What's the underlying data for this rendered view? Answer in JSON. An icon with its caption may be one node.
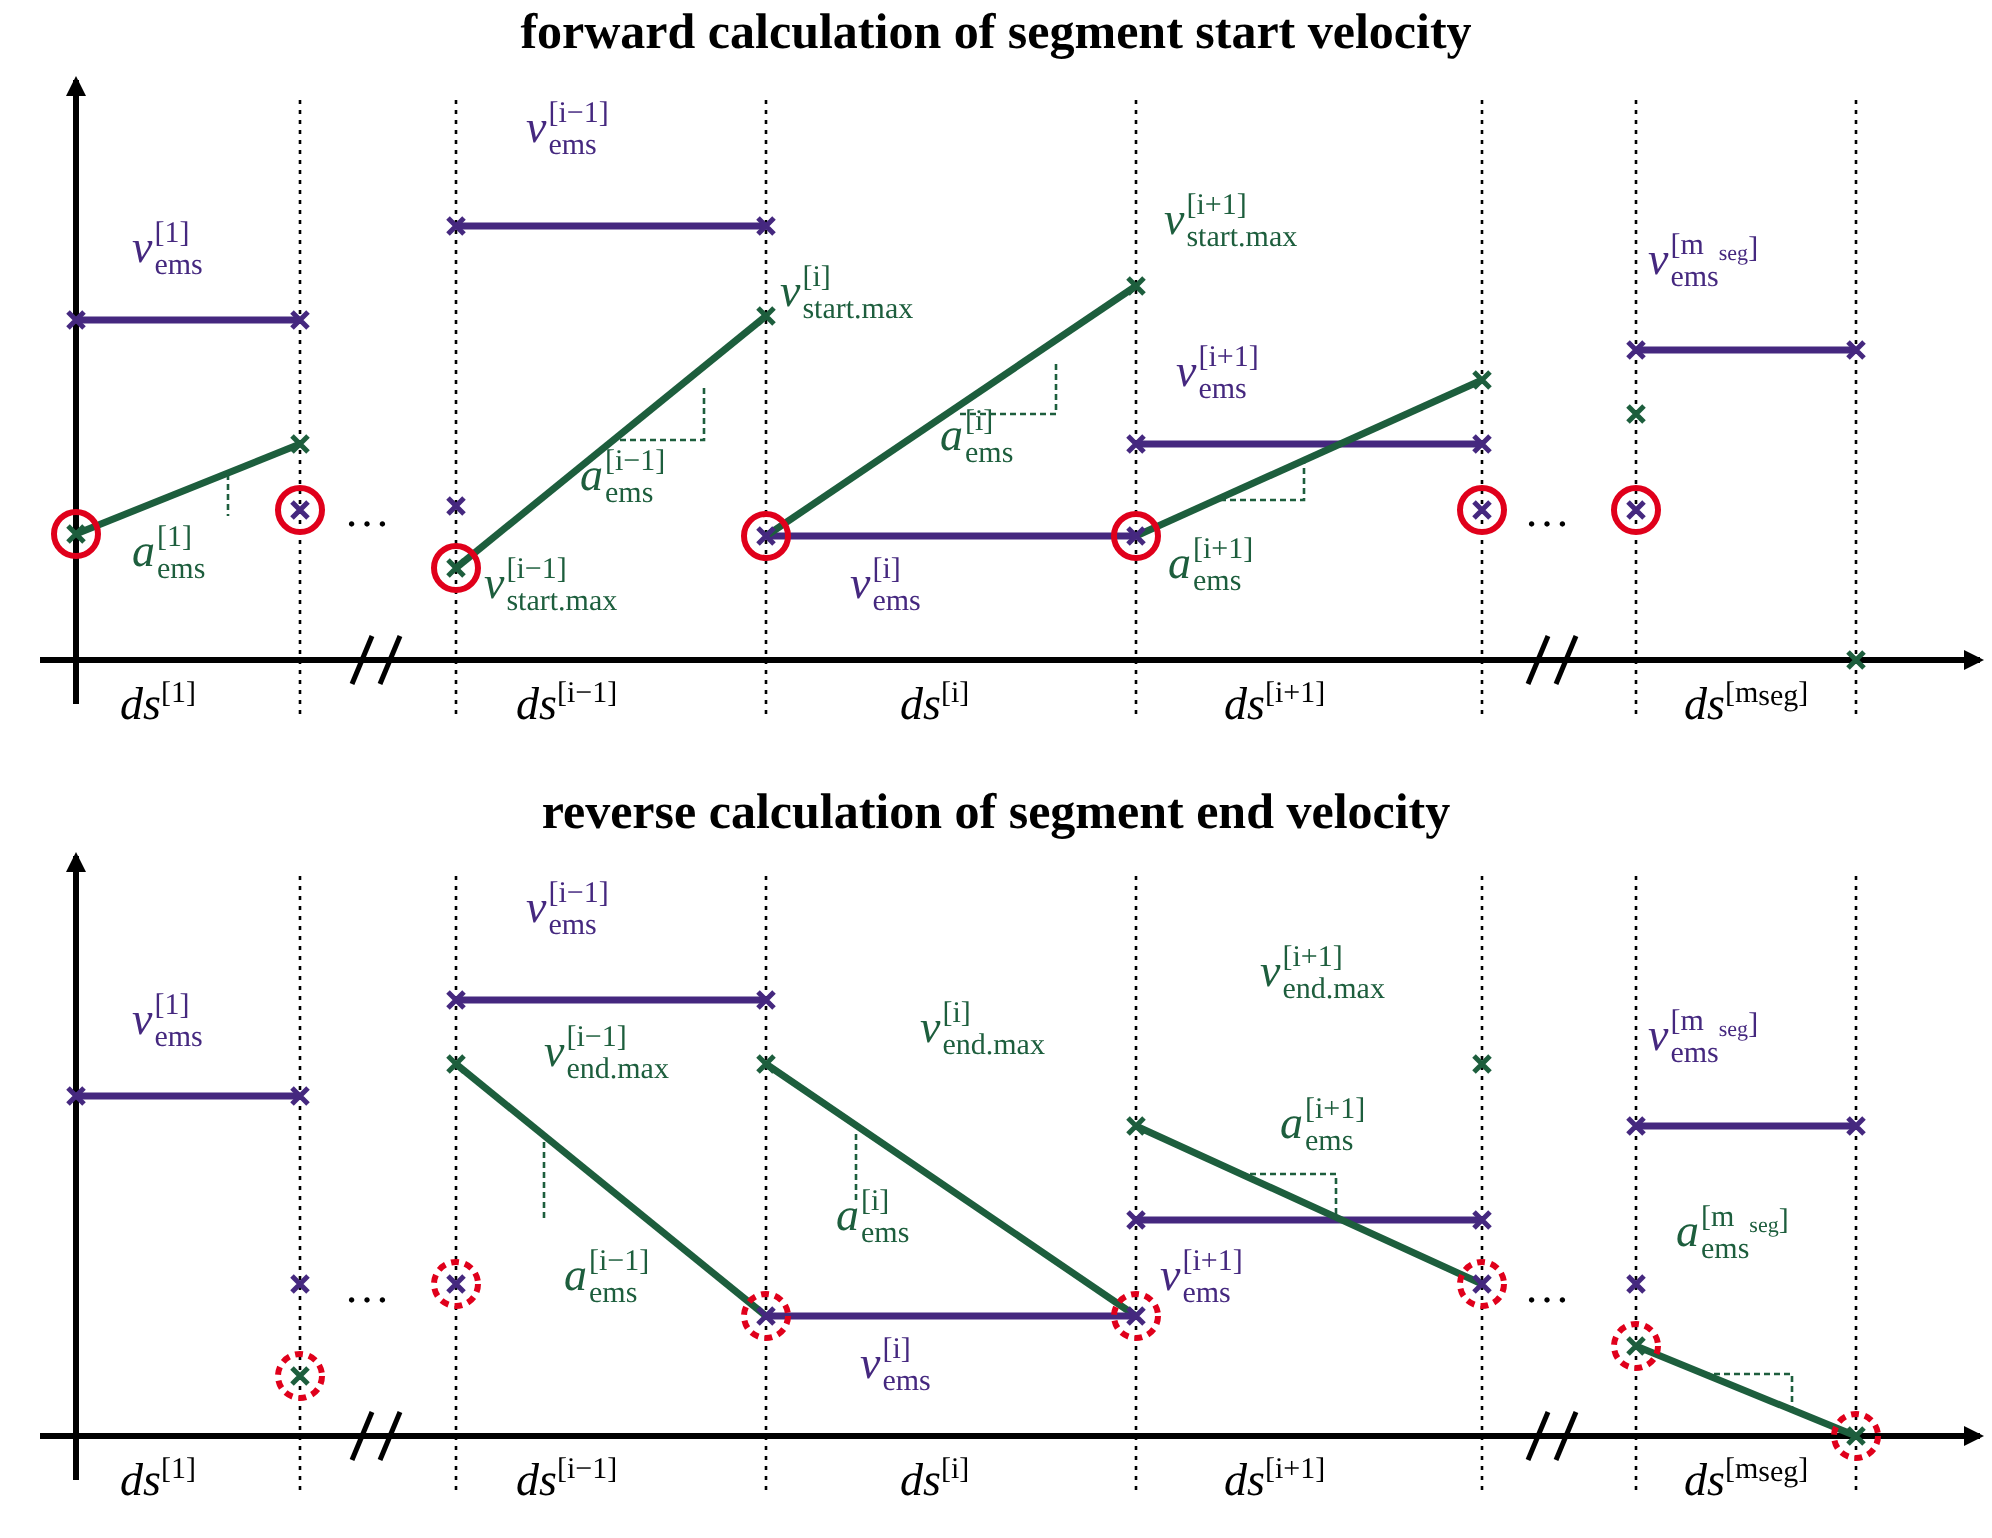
{
  "diagram": {
    "labels": [
      "forward calculation of segment start velocity",
      "*v*$_{ems}$$^{[i−1]}$",
      "*v*$_{ems}$$^{[1]}$",
      "*v*$_{start.max}$$^{[i]}$",
      "*v*$_{start.max}$$^{[i+1]}$",
      "*v*$_{ems}$$^{[m}$$_{seg}$$^{]}$",
      "*v*$_{ems}$$^{[i+1]}$",
      "*a*$_{ems}$$^{[i]}$",
      "*a*$_{ems}$$^{[i−1]}$",
      "…",
      "…",
      "*a*$_{ems}$$^{[1]}$",
      "*v*$_{start.max}$$^{[i−1]}$",
      "*v*$_{ems}$$^{[i]}$",
      "*a*$_{ems}$$^{[i+1]}$",
      "*ds*$^{[1]}$",
      "*ds*$^{[i−1]}$",
      "*ds*$^{[i]}$",
      "*ds*$^{[i+1]}$",
      "*ds*$^{[m}$$_{seg}$$^{]}$",
      "reverse calculation of segment end velocity",
      "*v*$_{ems}$$^{[i−1]}$",
      "*v*$_{ems}$$^{[1]}$",
      "*v*$_{end.max}$$^{[i−1]}$",
      "*v*$_{end.max}$$^{[i+1]}$",
      "*v*$_{end.max}$$^{[i]}$",
      "*v*$_{ems}$$^{[m}$$_{seg}$$^{]}$",
      "*a*$_{ems}$$^{[i+1]}$",
      "*a*$_{ems}$$^{[i]}$",
      "*a*$_{ems}$$^{[i−1]}$",
      "*a*$_{ems}$$^{[m}$$_{seg}$$^{]}$",
      "*v*$_{ems}$$^{[i+1]}$",
      "…",
      "…",
      "*v*$_{ems}$$^{[i]}$",
      "*ds*$^{[1]}$",
      "*ds*$^{[i−1]}$",
      "*ds*$^{[i]}$",
      "*ds*$^{[i+1]}$",
      "*ds*$^{[m}$$_{seg}$$^{]}$"
    ]
  }
}
